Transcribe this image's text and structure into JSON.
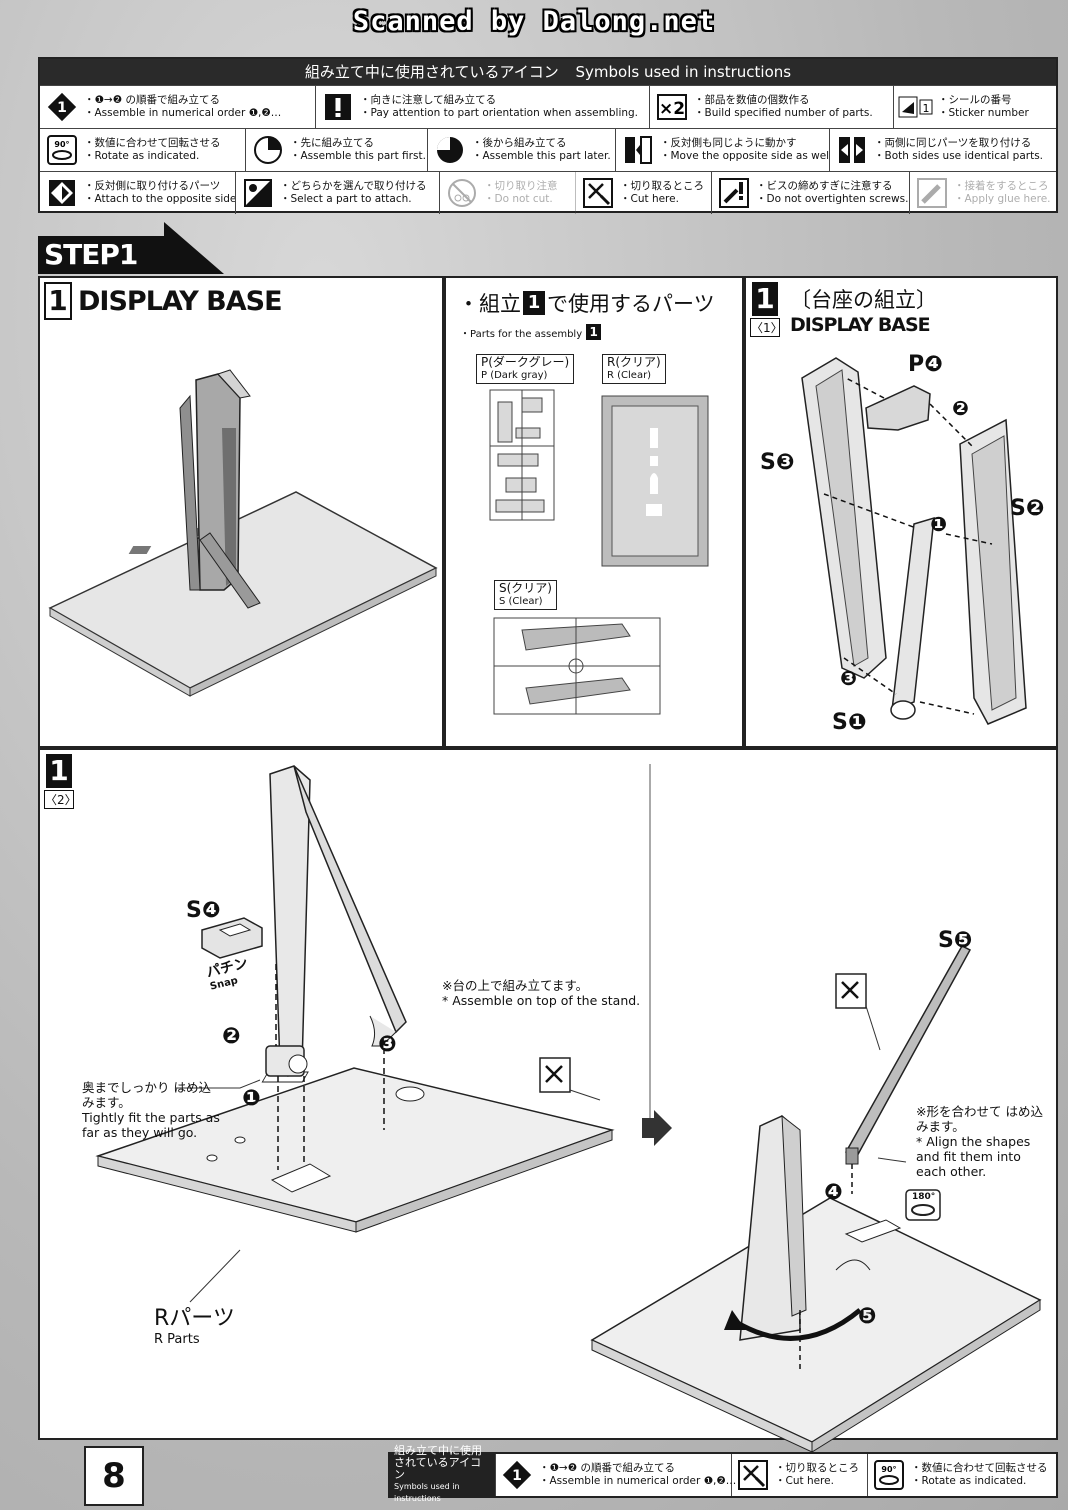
{
  "watermark": "Scanned by Dalong.net",
  "legend": {
    "title_jp": "組み立て中に使用されているアイコン",
    "title_en": "Symbols used in instructions",
    "rows": [
      [
        {
          "icon": "numbered-order-icon",
          "jp": "・❶→❷ の順番で組み立てる",
          "en": "・Assemble in numerical order ❶,❷…"
        },
        {
          "icon": "attention-icon",
          "jp": "・向きに注意して組み立てる",
          "en": "・Pay attention to part orientation when assembling."
        },
        {
          "icon": "multiply-two-icon",
          "jp": "・部品を数値の個数作る",
          "en": "・Build specified number of parts."
        },
        {
          "icon": "sticker-icon",
          "jp": "・シールの番号",
          "en": "・Sticker number"
        }
      ],
      [
        {
          "icon": "rotate-90-icon",
          "jp": "・数値に合わせて回転させる",
          "en": "・Rotate as indicated."
        },
        {
          "icon": "assemble-first-icon",
          "jp": "・先に組み立てる",
          "en": "・Assemble this part first."
        },
        {
          "icon": "assemble-later-icon",
          "jp": "・後から組み立てる",
          "en": "・Assemble this part later."
        },
        {
          "icon": "opposite-side-move-icon",
          "jp": "・反対側も同じように動かす",
          "en": "・Move the opposite side as well."
        },
        {
          "icon": "both-sides-icon",
          "jp": "・両側に同じパーツを取り付ける",
          "en": "・Both sides use identical parts."
        }
      ],
      [
        {
          "icon": "attach-opposite-icon",
          "jp": "・反対側に取り付けるパーツ",
          "en": "・Attach to the opposite side."
        },
        {
          "icon": "select-part-icon",
          "jp": "・どちらかを選んで取り付ける",
          "en": "・Select a part to attach."
        },
        {
          "icon": "do-not-cut-icon",
          "jp": "・切り取り注意",
          "en": "・Do not cut.",
          "faded": true
        },
        {
          "icon": "cut-here-icon",
          "jp": "・切り取るところ",
          "en": "・Cut here."
        },
        {
          "icon": "screw-caution-icon",
          "jp": "・ビスの締めすぎに注意する",
          "en": "・Do not overtighten screws."
        },
        {
          "icon": "glue-icon",
          "jp": "・接着をするところ",
          "en": "・Apply glue here.",
          "faded": true
        }
      ]
    ]
  },
  "step": {
    "label": "STEP1",
    "number": "1",
    "title": "DISPLAY BASE"
  },
  "parts_panel": {
    "title_prefix": "・組立",
    "title_num": "1",
    "title_suffix": "で使用するパーツ",
    "subtitle": "・Parts for the assembly",
    "subtitle_num": "1",
    "runners": [
      {
        "jp": "P(ダークグレー)",
        "en": "P (Dark gray)"
      },
      {
        "jp": "R(クリア)",
        "en": "R (Clear)"
      },
      {
        "jp": "S(クリア)",
        "en": "S (Clear)"
      }
    ]
  },
  "assembly1": {
    "num": "1",
    "sub": "〈1〉",
    "title_jp": "〔台座の組立〕",
    "title_en": "DISPLAY BASE",
    "labels": {
      "p4": "P❹",
      "s3": "S❸",
      "s2": "S❷",
      "s1": "S❶",
      "c1": "❶",
      "c2": "❷",
      "c3": "❸"
    }
  },
  "assembly2": {
    "num": "1",
    "sub": "〈2〉",
    "s4": "S❹",
    "s5": "S❺",
    "snap_jp": "パチン",
    "snap_en": "Snap",
    "note_stand_jp": "※台の上で組み立てます。",
    "note_stand_en": "* Assemble on top of the stand.",
    "tight_jp": "奥までしっかり はめ込みます。",
    "tight_en": "Tightly fit the parts as far as they will go.",
    "align_jp": "※形を合わせて はめ込みます。",
    "align_en": "* Align the shapes and fit them into each other.",
    "rparts_jp": "Rパーツ",
    "rparts_en": "R Parts",
    "rotate": "180°",
    "c1": "❶",
    "c2": "❷",
    "c3": "❸",
    "c4": "❹",
    "c5": "❺"
  },
  "footer": {
    "head_jp": "組み立て中に使用されているアイコン",
    "head_en": "Symbols used in instructions",
    "items": [
      {
        "icon": "numbered-order-icon",
        "jp": "・❶→❷ の順番で組み立てる",
        "en": "・Assemble in numerical order ❶,❷…"
      },
      {
        "icon": "cut-here-icon",
        "jp": "・切り取るところ",
        "en": "・Cut here."
      },
      {
        "icon": "rotate-90-icon",
        "jp": "・数値に合わせて回転させる",
        "en": "・Rotate as indicated."
      }
    ]
  },
  "page_number": "8"
}
